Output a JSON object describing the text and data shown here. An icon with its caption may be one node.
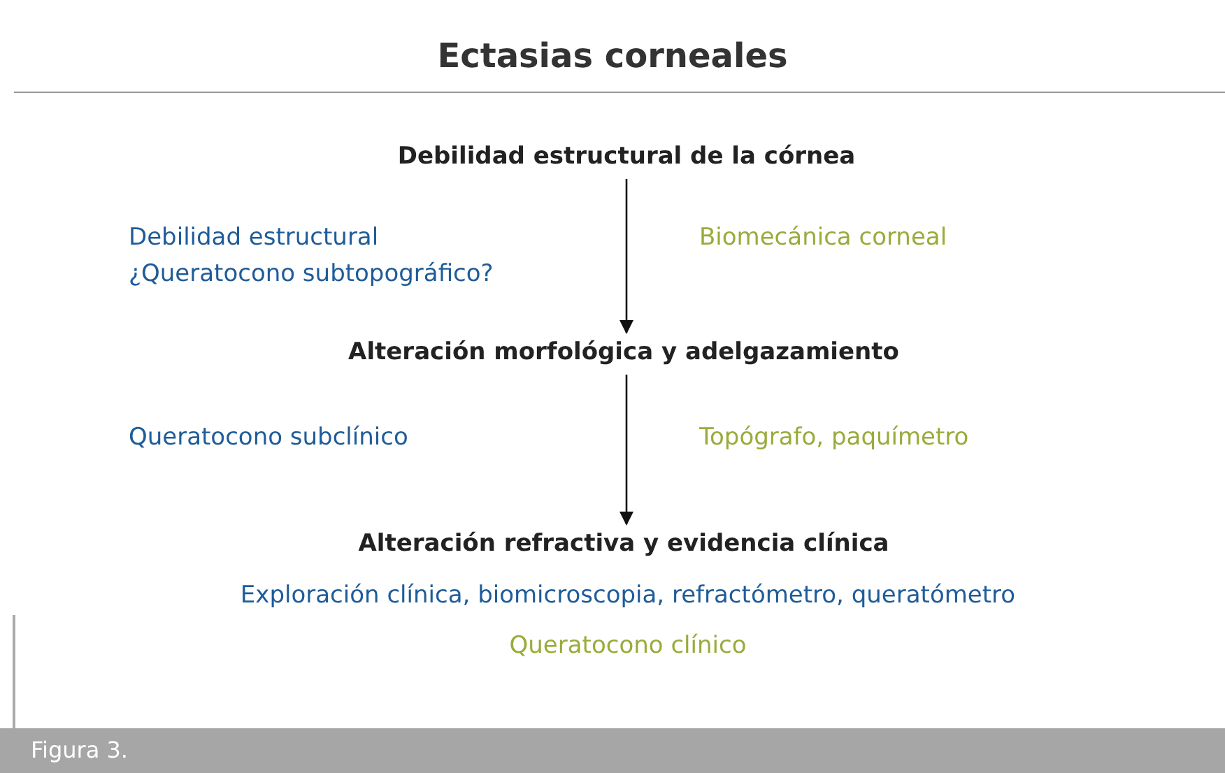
{
  "diagram": {
    "title": "Ectasias corneales",
    "caption": "Figura 3.",
    "nodes": [
      {
        "text": [
          "Debilidad estructural de la córnea"
        ]
      },
      {
        "text": [
          "Alteración morfológica y adelgazamiento"
        ]
      },
      {
        "text": [
          "Alteración refractiva y evidencia clínica"
        ]
      }
    ],
    "edges": [
      {
        "from": 0,
        "to": 1,
        "arrow": "to"
      },
      {
        "from": 1,
        "to": 2,
        "arrow": "to"
      }
    ],
    "labels": [
      "Debilidad estructural",
      "¿Queratocono subtopográfico?",
      "Biomecánica corneal",
      "Queratocono subclínico",
      "Topógrafo, paquímetro",
      "Exploración clínica, biomicroscopia, refractómetro, queratómetro",
      "Queratocono clínico"
    ]
  }
}
